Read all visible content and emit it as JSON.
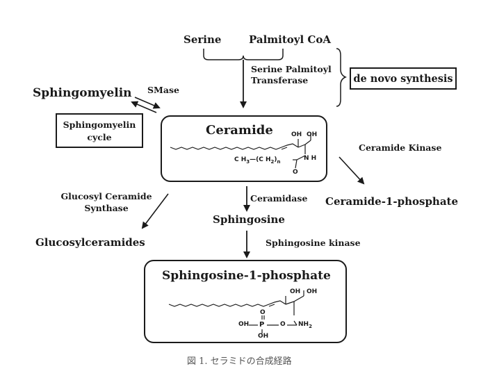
{
  "precursors": {
    "serine": "Serine",
    "palmitoyl_coa": "Palmitoyl CoA"
  },
  "enzymes": {
    "spt_line1": "Serine Palmitoyl",
    "spt_line2": "Transferase",
    "smase": "SMase",
    "ceramide_kinase": "Ceramide Kinase",
    "gcs_line1": "Glucosyl Ceramide",
    "gcs_line2": "Synthase",
    "ceramidase": "Ceramidase",
    "sphingosine_kinase": "Sphingosine kinase"
  },
  "labels": {
    "de_novo": "de novo synthesis",
    "sphingomyelin": "Sphingomyelin",
    "sm_cycle_line1": "Sphingomyelin",
    "sm_cycle_line2": "cycle",
    "ceramide": "Ceramide",
    "ceramide_1_phosphate": "Ceramide-1-phosphate",
    "glucosylceramides": "Glucosylceramides",
    "sphingosine": "Sphingosine",
    "s1p": "Sphingosine-1-phosphate"
  },
  "ceramide_structure": {
    "oh_left": "OH",
    "oh_right": "OH",
    "nh": "N H",
    "o": "O",
    "ch3": "C H",
    "ch2": "(C H",
    "sub3": "3",
    "sub2": "2",
    "dash": "—",
    "paren": ")",
    "n": "n"
  },
  "s1p_structure": {
    "oh_left": "OH",
    "oh_right": "OH",
    "o_top": "O",
    "p": "P",
    "oh_p_left": "OH",
    "oh_p_bottom": "OH",
    "o_link": "O",
    "nh": "NH",
    "sub2": "2"
  },
  "caption": "図 1.  セラミドの合成経路"
}
